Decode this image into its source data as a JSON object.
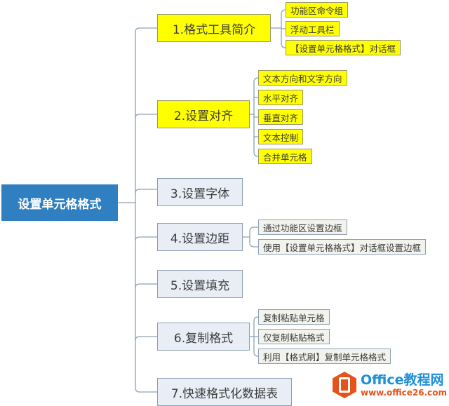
{
  "root": {
    "label": "设置单元格格式"
  },
  "branches": [
    {
      "label": "1.格式工具简介",
      "style": "yellow",
      "children": [
        "功能区命令组",
        "浮动工具栏",
        "【设置单元格格式】对话框"
      ]
    },
    {
      "label": "2.设置对齐",
      "style": "yellow",
      "children": [
        "文本方向和文字方向",
        "水平对齐",
        "垂直对齐",
        "文本控制",
        "合并单元格"
      ]
    },
    {
      "label": "3.设置字体",
      "style": "blue",
      "children": []
    },
    {
      "label": "4.设置边距",
      "style": "blue",
      "children": [
        "通过功能区设置边框",
        "使用【设置单元格格式】对话框设置边框"
      ]
    },
    {
      "label": "5.设置填充",
      "style": "blue",
      "children": []
    },
    {
      "label": "6.复制格式",
      "style": "blue",
      "children": [
        "复制粘贴单元格",
        "仅复制粘贴格式",
        "利用【格式刷】复制单元格格式"
      ]
    },
    {
      "label": "7.快速格式化数据表",
      "style": "blue",
      "children": []
    }
  ],
  "watermark": {
    "brand": "Office教程网",
    "url": "www.office26.com"
  },
  "colors": {
    "root": "#2f7fc1",
    "highlight": "#ffff00",
    "node": "#e8edf6",
    "line": "#8fa0b4"
  }
}
